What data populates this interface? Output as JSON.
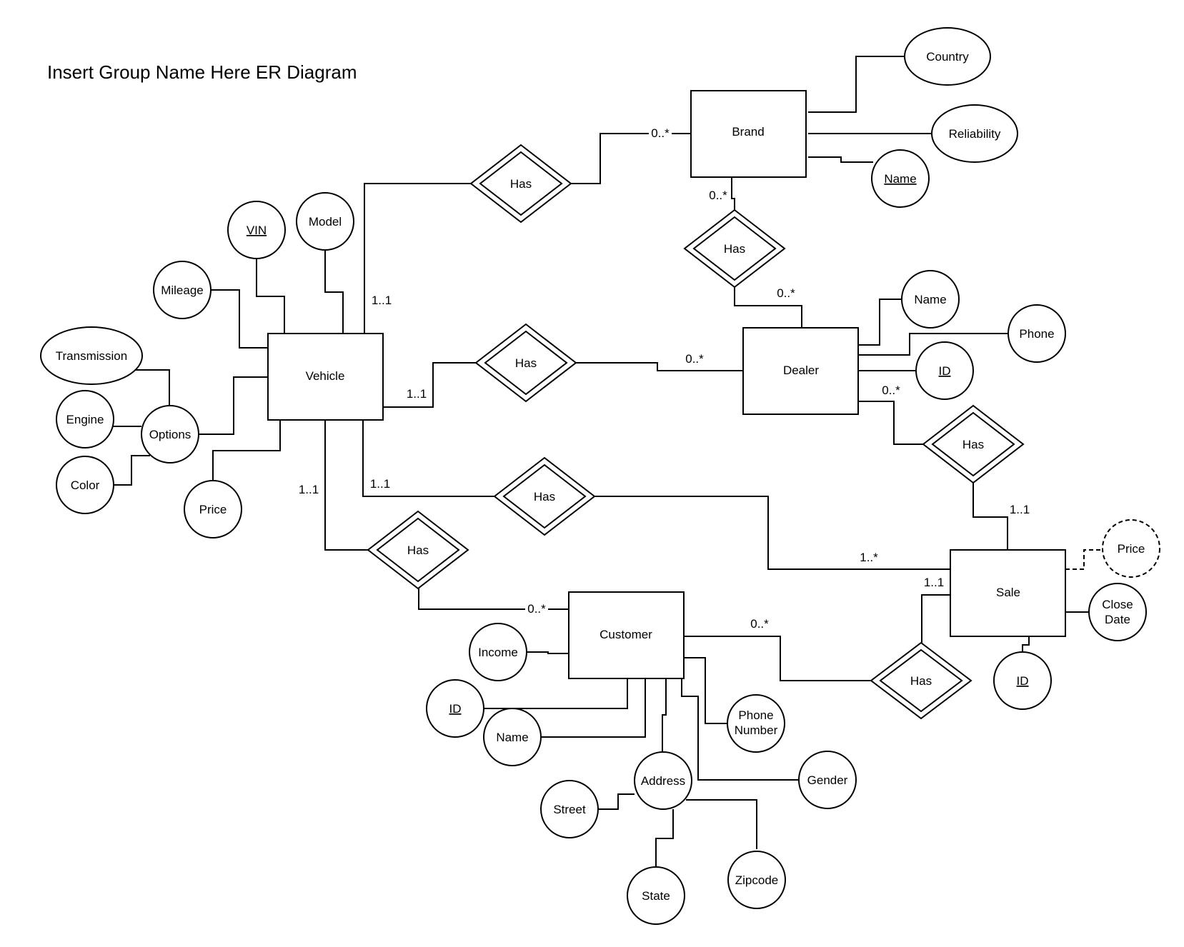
{
  "title": "Insert Group Name Here ER Diagram",
  "entities": {
    "brand": "Brand",
    "dealer": "Dealer",
    "vehicle": "Vehicle",
    "sale": "Sale",
    "customer": "Customer"
  },
  "relationships": {
    "vehicle_brand": "Has",
    "brand_dealer": "Has",
    "vehicle_dealer": "Has",
    "dealer_sale": "Has",
    "vehicle_sale": "Has",
    "vehicle_customer": "Has",
    "customer_sale": "Has"
  },
  "attributes": {
    "brand_country": "Country",
    "brand_reliability": "Reliability",
    "brand_name": "Name",
    "dealer_name": "Name",
    "dealer_phone": "Phone",
    "dealer_id": "ID",
    "vehicle_vin": "VIN",
    "vehicle_model": "Model",
    "vehicle_mileage": "Mileage",
    "vehicle_transmission": "Transmission",
    "vehicle_engine": "Engine",
    "vehicle_options": "Options",
    "vehicle_color": "Color",
    "vehicle_price": "Price",
    "sale_price": "Price",
    "sale_close_date_1": "Close",
    "sale_close_date_2": "Date",
    "sale_id": "ID",
    "customer_income": "Income",
    "customer_id": "ID",
    "customer_name": "Name",
    "customer_phone_1": "Phone",
    "customer_phone_2": "Number",
    "customer_gender": "Gender",
    "customer_address": "Address",
    "address_street": "Street",
    "address_state": "State",
    "address_zipcode": "Zipcode"
  },
  "cardinalities": {
    "brand_vehicle_rel": "0..*",
    "brand_dealer_rel": "0..*",
    "dealer_brand_rel": "0..*",
    "vehicle_brand_rel": "1..1",
    "vehicle_dealer_rel": "1..1",
    "dealer_vehicle_rel": "0..*",
    "dealer_sale_rel": "0..*",
    "sale_dealer_rel": "1..1",
    "vehicle_sale_rel": "1..1",
    "sale_vehicle_rel": "1..*",
    "vehicle_customer_rel": "1..1",
    "customer_vehicle_rel": "0..*",
    "customer_sale_rel": "0..*",
    "sale_customer_rel": "1..1"
  }
}
